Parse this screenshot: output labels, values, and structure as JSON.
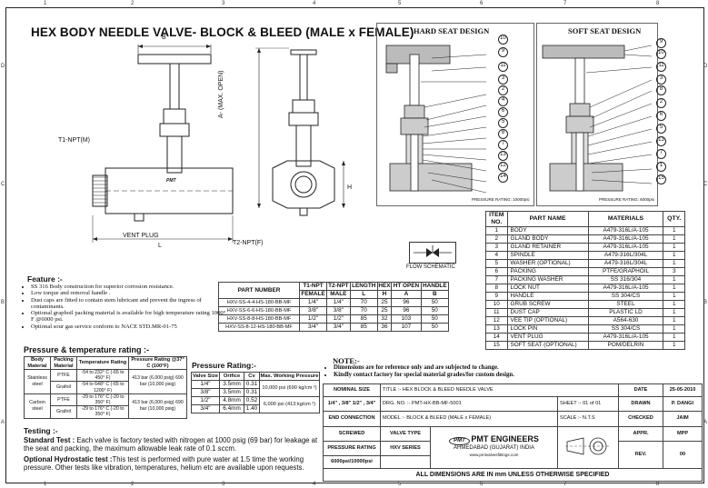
{
  "title": "HEX BODY NEEDLE VALVE- BLOCK & BLEED (MALE x FEMALE)",
  "ruler": {
    "cols": [
      "1",
      "2",
      "3",
      "4",
      "5",
      "6",
      "7",
      "8"
    ],
    "rows": [
      "D",
      "C",
      "B",
      "A"
    ]
  },
  "drawing": {
    "dim_b": "B",
    "dim_l": "L",
    "dim_h": "H",
    "dim_a": "A- (MAX. OPEN)",
    "t1_label": "T1-NPT(M)",
    "t2_label": "T2-NPT(F)",
    "vent_plug": "VENT PLUG",
    "brand_mark": "PMT"
  },
  "hard_seat": {
    "title": "HARD SEAT DESIGN",
    "callouts": [
      "10",
      "9",
      "11",
      "3",
      "2",
      "4",
      "6",
      "5",
      "8",
      "7",
      "13",
      "12",
      "14",
      "1",
      "15"
    ],
    "pressure": "PRESSURE RATING: 10000psi"
  },
  "soft_seat": {
    "title": "SOFT SEAT DESIGN",
    "callouts": [
      "9",
      "10",
      "11",
      "3",
      "8",
      "2",
      "6",
      "5",
      "13",
      "7",
      "1",
      "15"
    ],
    "pressure": "PRESSURE RATING: 6000psi"
  },
  "flow_schematic": "FLOW SCHEMATIC",
  "parts": {
    "headers": [
      "ITEM NO.",
      "PART NAME",
      "MATERIALS",
      "QTY."
    ],
    "rows": [
      [
        "1",
        "BODY",
        "A479-316L/A-105",
        "1"
      ],
      [
        "2",
        "GLAND BODY",
        "A479-316L/A-105",
        "1"
      ],
      [
        "3",
        "GLAND RETAINER",
        "A479-316L/A-105",
        "1"
      ],
      [
        "4",
        "SPINDLE",
        "A479-316L/304L",
        "1"
      ],
      [
        "5",
        "WASHER (OPTIONAL)",
        "A479-316L/304L",
        "1"
      ],
      [
        "6",
        "PACKING",
        "PTFE/GRAPHOIL",
        "3"
      ],
      [
        "7",
        "PACKING WASHER",
        "SS 316/304",
        "1"
      ],
      [
        "8",
        "LOCK NUT",
        "A479-316L/A-105",
        "1"
      ],
      [
        "9",
        "HANDLE",
        "SS 304/CS",
        "1"
      ],
      [
        "11",
        "DUST CAP",
        "PLASTIC LD",
        "1"
      ],
      [
        "12",
        "VEE TIP (OPTIONAL)",
        "A564-630",
        "1"
      ],
      [
        "13",
        "LOCK PIN",
        "SS 304/CS",
        "1"
      ],
      [
        "14",
        "VENT PLUG",
        "A479-316L/A-105",
        "1"
      ],
      [
        "15",
        "SOFT SEAT (OPTIONAL)",
        "POM/DELRIN",
        "1"
      ]
    ],
    "grub_screw": [
      "10",
      "GRUB SCREW",
      "STEEL",
      "1"
    ]
  },
  "part_numbers": {
    "headers": [
      "PART NUMBER",
      "T1-NPT",
      "T2-NPT",
      "LENGTH",
      "HEX",
      "HT OPEN",
      "HANDLE"
    ],
    "subheaders": [
      "FEMALE",
      "MALE",
      "L",
      "H",
      "A",
      "B"
    ],
    "rows": [
      [
        "HXV-SS-4-4-HS-180-BB-MF",
        "1/4\"",
        "1/4\"",
        "70",
        "25",
        "96",
        "50"
      ],
      [
        "HXV-SS-6-6-HS-180-BB-MF",
        "3/8\"",
        "3/8\"",
        "70",
        "25",
        "96",
        "50"
      ],
      [
        "HXV-SS-8-8-HS-180-BB-MF",
        "1/2\"",
        "1/2\"",
        "85",
        "32",
        "103",
        "50"
      ],
      [
        "HXV-SS-8-12-HS-180-BB-MF",
        "3/4\"",
        "3/4\"",
        "85",
        "36",
        "107",
        "50"
      ]
    ]
  },
  "features": {
    "heading": "Feature :-",
    "items": [
      "SS 316 Body construction for superior corrosion resistance.",
      "Low torque and removal handle .",
      "Dust caps are fitted to contain stem lubricant and prevent the ingress of contaminants.",
      "Optional graphoil packing material is available for high temperature rating 1000° F @6000 psi.",
      "Optional sour gas service conform to NACE STD.MR-01-75"
    ]
  },
  "pt_rating": {
    "heading": "Pressure & temperature rating :-",
    "headers": [
      "Body Material",
      "Packing Material",
      "Temperature Rating",
      "Pressure Rating @37° C (100°F)"
    ],
    "groups": [
      {
        "body": "Stainless steel",
        "rows": [
          [
            "PTFE",
            "-54 to 232° C (-65 to 450° F)"
          ],
          [
            "Grafoil",
            "-54 to 648° C (-65 to 1200° F)"
          ]
        ],
        "pressure": "413 bar (6,000 psig) 690 bar (10,000 psig)"
      },
      {
        "body": "Carbon steel",
        "rows": [
          [
            "PTFE",
            "-29 to 176° C (-20 to 350° F)"
          ],
          [
            "Grafoil",
            "-29 to 176° C (-20 to 350° F)"
          ]
        ],
        "pressure": "413 bar (6,000 psig) 690 bar (10,000 psig)"
      }
    ]
  },
  "p_rating": {
    "heading": "Pressure Rating:-",
    "headers": [
      "Valve Size",
      "Orifice",
      "Cv",
      "Max. Working Pressure"
    ],
    "rows": [
      [
        "1/4\"",
        "3.5mm",
        "0.31"
      ],
      [
        "3/8\"",
        "3.5mm",
        "0.31"
      ],
      [
        "1/2\"",
        "4.8mm",
        "0.52"
      ],
      [
        "3/4\"",
        "6.4mm",
        "1.40"
      ]
    ],
    "pressure_a": "10,000 psi (690 kg/cm ²)",
    "pressure_b": "6,000 psi (413 kg/cm ²)"
  },
  "notes": {
    "heading": "NOTE:-",
    "items": [
      "Dimensions are for reference only and are subjected to change.",
      "Kindly contact factory for special material grades/for custom design."
    ]
  },
  "testing": {
    "heading": "Testing :-",
    "standard_label": "Standard Test :",
    "standard_text": " Each valve is factory tested with nitrogen at 1000 psig (69 bar) for leakage at the seat and packing, the maximum allowable leak rate of 0.1 sccm.",
    "hydro_label": "Optional Hydrostatic test :",
    "hydro_text": "This test is performed with pure water at 1.5 time the working pressure. Other tests like vibration, temperatures, helium etc are available upon requests."
  },
  "title_block": {
    "nominal_size_label": "NOMINAL SIZE",
    "nominal_size": "1/4\" , 3/8\" 1/2\" , 3/4\"",
    "title": "TITLE :- HEX BLOCK & BLEED NEEDLE VALVE",
    "drg": "DRG. NO. :- PMT-HX-BB-MF-5001",
    "sheet": "SHEET :- 01 of 01",
    "end_conn_label": "END CONNECTION",
    "end_conn": "SCREWED",
    "model": "MODEL :- BLOCK & BLEED (MALE x FEMALE)",
    "scale": "SCALE :- N.T.S",
    "valve_type_label": "VALVE TYPE",
    "valve_type": "HXV SERIES",
    "pressure_label": "PRESSURE RATING",
    "pressure": "6000psi/10000psi",
    "company": "PMT ENGINEERS",
    "company_city": "AHMEDABAD (GUJARAT) INDIA",
    "company_web": "www.pmtvalvesfittings.com",
    "date_label": "DATE",
    "date": "25-05-2010",
    "drawn_label": "DRAWN",
    "drawn": "P. DANGI",
    "checked_label": "CHECKED",
    "checked": "JAIM",
    "appr_label": "APPR.",
    "appr": "MPP",
    "rev_label": "REV.",
    "rev": "00",
    "footer": "ALL DIMENSIONS ARE IN mm UNLESS OTHERWISE SPECIFIED"
  }
}
